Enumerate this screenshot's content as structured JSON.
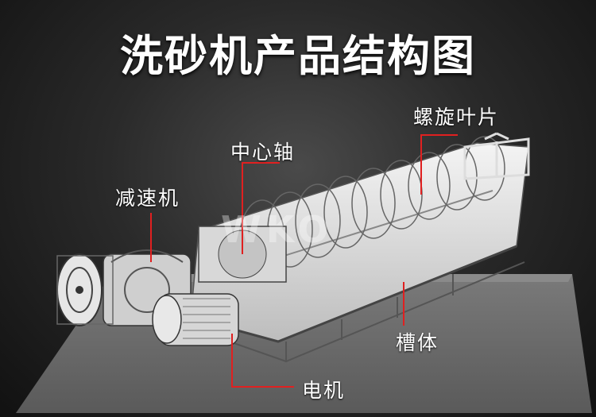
{
  "title": "洗砂机产品结构图",
  "labels": {
    "spiral_blade": "螺旋叶片",
    "center_shaft": "中心轴",
    "reducer": "减速机",
    "tank_body": "槽体",
    "motor": "电机"
  },
  "watermark": "WKO",
  "colors": {
    "leader_line": "#e02020",
    "text": "#ffffff",
    "background": "#2a2a2a"
  }
}
